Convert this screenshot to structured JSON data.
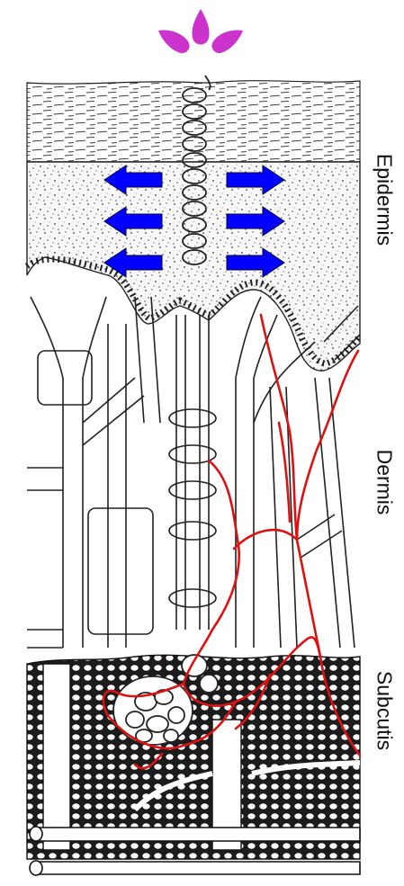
{
  "labels": {
    "epidermis": "Epidermis",
    "dermis": "Dermis",
    "subcutis": "Subcutis"
  },
  "colors": {
    "droplet": "#cc33cc",
    "arrows": "#0000ff",
    "nerve": "#dd1111",
    "ink": "#222222",
    "background": "#ffffff"
  },
  "icons": {
    "droplet": "sweat-droplet-icon",
    "arrow_left": "arrow-left-icon",
    "arrow_right": "arrow-right-icon"
  }
}
